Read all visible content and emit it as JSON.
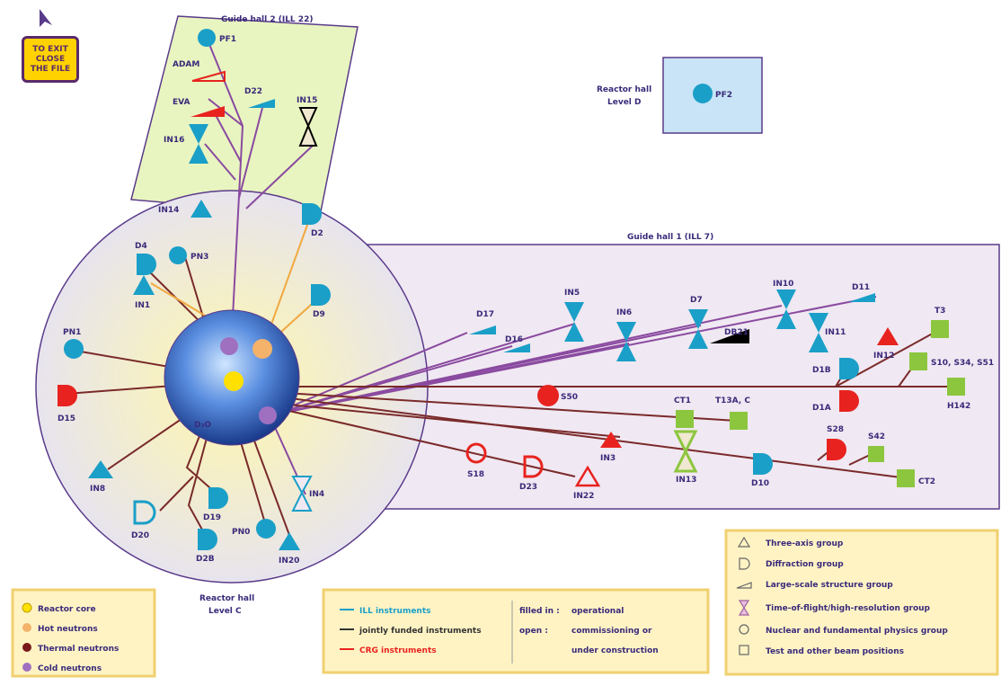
{
  "exit_button": {
    "line1": "TO EXIT",
    "line2": "CLOSE",
    "line3": "THE FILE"
  },
  "halls": {
    "guide_hall_2": "Guide hall 2 (ILL 22)",
    "guide_hall_1": "Guide hall 1 (ILL 7)",
    "reactor_hall_d_line1": "Reactor hall",
    "reactor_hall_d_line2": "Level D",
    "reactor_hall_c_line1": "Reactor hall",
    "reactor_hall_c_line2": "Level C"
  },
  "reactor_label": "D₂O",
  "instruments": {
    "PF1": "PF1",
    "ADAM": "ADAM",
    "EVA": "EVA",
    "D22": "D22",
    "IN15": "IN15",
    "IN16": "IN16",
    "PF2": "PF2",
    "IN14": "IN14",
    "D4": "D4",
    "PN3": "PN3",
    "IN1": "IN1",
    "D2": "D2",
    "D9": "D9",
    "PN1": "PN1",
    "D15": "D15",
    "IN8": "IN8",
    "D20": "D20",
    "D19": "D19",
    "D2B": "D2B",
    "PN0": "PN0",
    "IN20": "IN20",
    "IN4": "IN4",
    "D17": "D17",
    "D16": "D16",
    "IN5": "IN5",
    "IN6": "IN6",
    "D7": "D7",
    "DB21": "DB21",
    "IN10": "IN10",
    "D11": "D11",
    "IN11": "IN11",
    "T3": "T3",
    "IN12": "IN12",
    "D1B": "D1B",
    "D1A": "D1A",
    "S10S34S51": "S10, S34, S51",
    "H142": "H142",
    "S50": "S50",
    "CT1": "CT1",
    "T13AC": "T13A, C",
    "IN3": "IN3",
    "S18": "S18",
    "D23": "D23",
    "IN22": "IN22",
    "IN13": "IN13",
    "D10": "D10",
    "S28": "S28",
    "S42": "S42",
    "CT2": "CT2"
  },
  "legend_neutrons": [
    {
      "label": "Reactor core",
      "color": "#ffe000"
    },
    {
      "label": "Hot neutrons",
      "color": "#f5b26b"
    },
    {
      "label": "Thermal neutrons",
      "color": "#7a1a1a"
    },
    {
      "label": "Cold neutrons",
      "color": "#a070c0"
    }
  ],
  "legend_funding": {
    "ill": "ILL instruments",
    "jointly": "jointly funded instruments",
    "crg": "CRG instruments",
    "filled_in": "filled in :",
    "operational": "operational",
    "open": "open :",
    "commissioning": "commissioning or",
    "under_construction": "under construction"
  },
  "legend_groups": [
    {
      "label": "Three-axis group",
      "icon": "triangle-icon"
    },
    {
      "label": "Diffraction group",
      "icon": "d-shape-icon"
    },
    {
      "label": "Large-scale structure group",
      "icon": "flag-icon"
    },
    {
      "label": "Time-of-flight/high-resolution group",
      "icon": "hourglass-icon"
    },
    {
      "label": "Nuclear and fundamental physics group",
      "icon": "circle-icon"
    },
    {
      "label": "Test and other beam positions",
      "icon": "square-icon"
    }
  ],
  "colors": {
    "teal": "#1a9fc8",
    "red": "#e8231f",
    "green": "#8cc63f",
    "purple": "#8a4aa0",
    "thermal": "#7a2a2a",
    "hot": "#f0a840",
    "outline": "#5a3a8a"
  }
}
